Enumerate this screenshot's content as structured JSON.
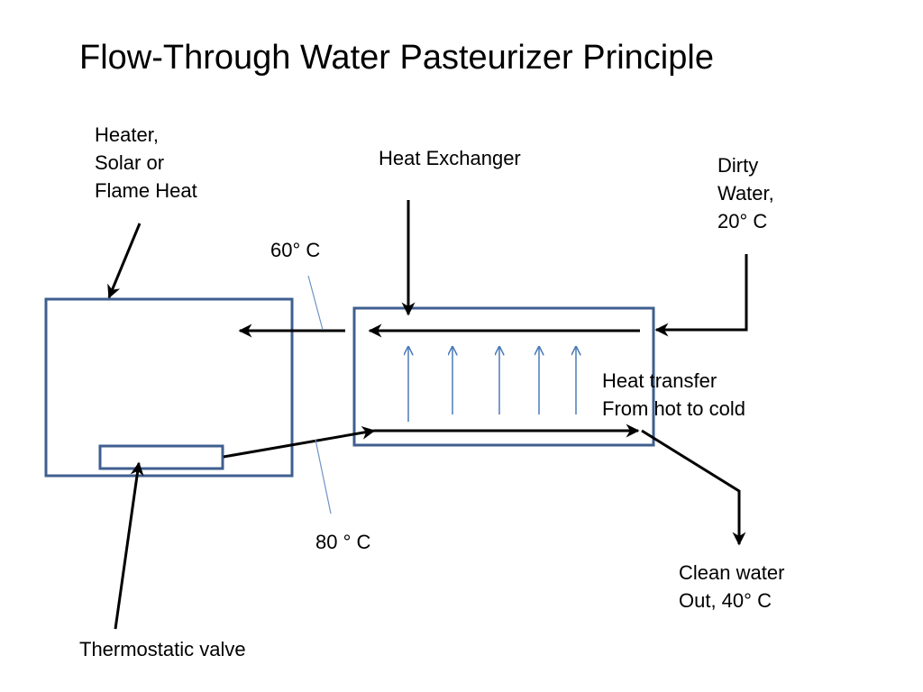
{
  "title": "Flow-Through Water Pasteurizer Principle",
  "labels": {
    "heater": [
      "Heater,",
      "Solar or",
      "Flame Heat"
    ],
    "heat_exchanger": "Heat Exchanger",
    "dirty_water": [
      "Dirty",
      "Water,",
      "20° C"
    ],
    "temp_60": "60° C",
    "heat_transfer": [
      "Heat transfer",
      "From hot to cold"
    ],
    "temp_80": "80 ° C",
    "clean_water": [
      "Clean water",
      "Out, 40° C"
    ],
    "thermostatic_valve": "Thermostatic valve"
  },
  "colors": {
    "box_stroke": "#3f5f8f",
    "flow_line": "#000000",
    "heat_arrow": "#4a7ab8",
    "leader_line": "#6f93c4"
  }
}
